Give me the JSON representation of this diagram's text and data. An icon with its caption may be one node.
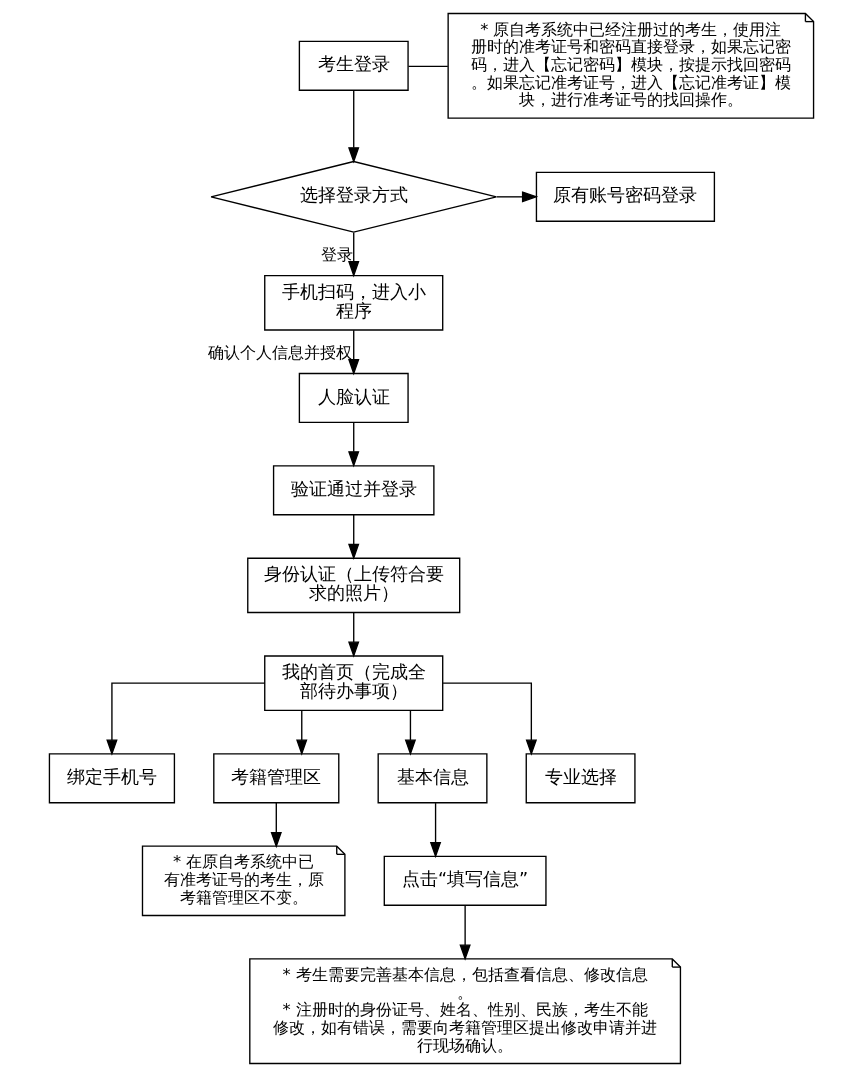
{
  "diagram": {
    "nodes": [
      {
        "text": [
          "考生登录"
        ]
      },
      {
        "text": [
          "* 原自考系统中已经注册过的考生，使用注册时的准考证号和密码直接登录，如果忘记密码，进入【忘记密码】模块，按提示找回密码。如果忘记准考证号，进入【忘记准考证】模块，进行准考证号的找回操作。"
        ]
      },
      {
        "text": [
          "选择登录方式"
        ]
      },
      {
        "text": [
          "原有账号密码登录"
        ]
      },
      {
        "text": [
          "手机扫码，进入小程序"
        ]
      },
      {
        "text": [
          "人脸认证"
        ]
      },
      {
        "text": [
          "验证通过并登录"
        ]
      },
      {
        "text": [
          "身份认证（上传符合要求的照片）"
        ]
      },
      {
        "text": [
          "我的首页（完成全部待办事项）"
        ]
      },
      {
        "text": [
          "绑定手机号"
        ]
      },
      {
        "text": [
          "考籍管理区"
        ]
      },
      {
        "text": [
          "基本信息"
        ]
      },
      {
        "text": [
          "专业选择"
        ]
      },
      {
        "text": [
          "点击“填写信息”"
        ]
      },
      {
        "text": [
          "* 在原自考系统中已有准考证号的考生，原考籍管理区不变。"
        ]
      },
      {
        "text": [
          "* 考生需要完善基本信息，包括查看信息、修改信息。",
          "* 注册时的身份证号、姓名、性别、民族，考生不能修改，如有错误，需要向考籍管理区提出修改申请并进行现场确认。"
        ]
      }
    ],
    "edges": [
      {
        "from": 0,
        "to": 1,
        "arrow": "none"
      },
      {
        "from": 0,
        "to": 2,
        "arrow": "to"
      },
      {
        "from": 2,
        "to": 3,
        "arrow": "to"
      },
      {
        "from": 2,
        "to": 4,
        "arrow": "to",
        "label": "登录"
      },
      {
        "from": 4,
        "to": 5,
        "arrow": "to",
        "label": "确认个人信息并授权"
      },
      {
        "from": 5,
        "to": 6,
        "arrow": "to"
      },
      {
        "from": 6,
        "to": 7,
        "arrow": "to"
      },
      {
        "from": 7,
        "to": 8,
        "arrow": "to"
      },
      {
        "from": 8,
        "to": 9,
        "arrow": "to"
      },
      {
        "from": 8,
        "to": 10,
        "arrow": "to"
      },
      {
        "from": 8,
        "to": 11,
        "arrow": "to"
      },
      {
        "from": 8,
        "to": 12,
        "arrow": "to"
      },
      {
        "from": 11,
        "to": 13,
        "arrow": "to"
      },
      {
        "from": 10,
        "to": 14,
        "arrow": "to"
      },
      {
        "from": 13,
        "to": 15,
        "arrow": "to"
      }
    ]
  }
}
